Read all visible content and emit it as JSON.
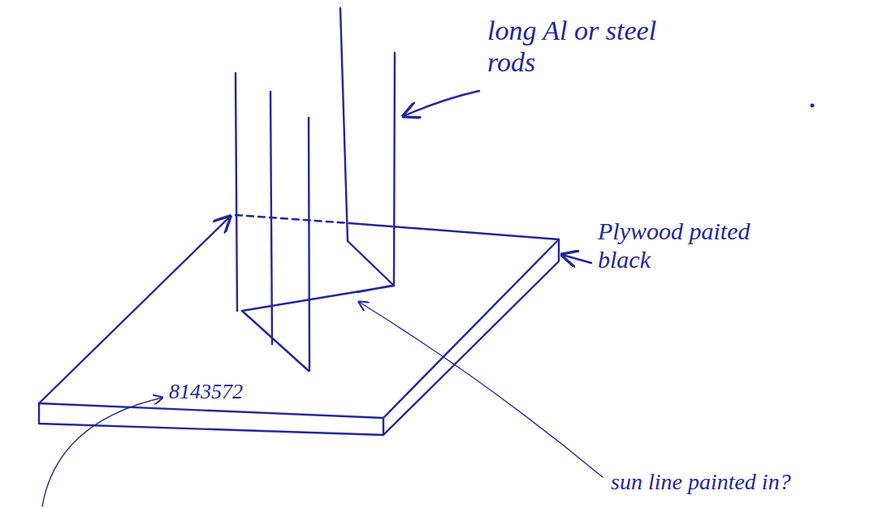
{
  "diagram": {
    "labels": [
      "long Al or steel rods",
      "Plywood paited black",
      "8143572",
      "sun line painted in?"
    ]
  }
}
